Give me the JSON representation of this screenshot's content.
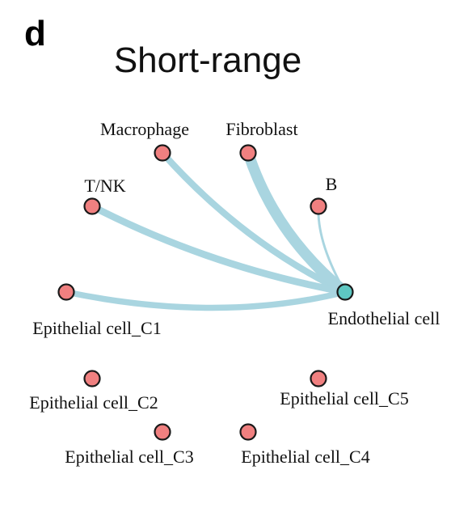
{
  "panel_label": "d",
  "title": "Short-range",
  "colors": {
    "edge": "#a9d5e0",
    "source_node": "#f08080",
    "target_node": "#5ec7c2",
    "node_stroke": "#1a1a1a"
  },
  "nodes": [
    {
      "id": "macrophage",
      "label": "Macrophage",
      "role": "source"
    },
    {
      "id": "fibroblast",
      "label": "Fibroblast",
      "role": "source"
    },
    {
      "id": "tnk",
      "label": "T/NK",
      "role": "source"
    },
    {
      "id": "b",
      "label": "B",
      "role": "source"
    },
    {
      "id": "epi_c1",
      "label": "Epithelial cell_C1",
      "role": "source"
    },
    {
      "id": "endothelial",
      "label": "Endothelial cell",
      "role": "target"
    },
    {
      "id": "epi_c2",
      "label": "Epithelial cell_C2",
      "role": "source"
    },
    {
      "id": "epi_c5",
      "label": "Epithelial cell_C5",
      "role": "source"
    },
    {
      "id": "epi_c3",
      "label": "Epithelial cell_C3",
      "role": "source"
    },
    {
      "id": "epi_c4",
      "label": "Epithelial cell_C4",
      "role": "source"
    }
  ],
  "edges": [
    {
      "from": "macrophage",
      "to": "endothelial",
      "weight": 0.55
    },
    {
      "from": "fibroblast",
      "to": "endothelial",
      "weight": 1.0
    },
    {
      "from": "tnk",
      "to": "endothelial",
      "weight": 0.6
    },
    {
      "from": "b",
      "to": "endothelial",
      "weight": 0.12
    },
    {
      "from": "epi_c1",
      "to": "endothelial",
      "weight": 0.5
    }
  ]
}
